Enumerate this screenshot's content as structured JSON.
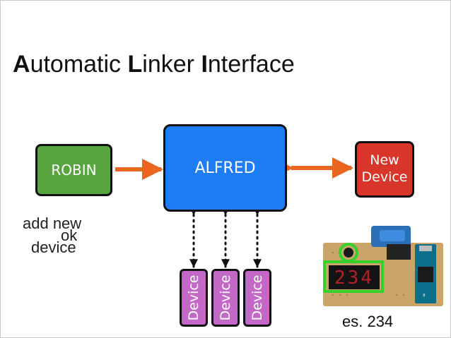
{
  "title": {
    "parts": [
      {
        "initial": "A",
        "rest": "utomatic "
      },
      {
        "initial": "L",
        "rest": "inker "
      },
      {
        "initial": "I",
        "rest": "nterface"
      }
    ]
  },
  "nodes": {
    "robin": "ROBIN",
    "alfred": "ALFRED",
    "new_device_line1": "New",
    "new_device_line2": "Device",
    "devices": [
      "Device",
      "Device",
      "Device"
    ]
  },
  "notes": {
    "add_new": "add new",
    "ok": "ok",
    "device": "device"
  },
  "display_digits": "234",
  "caption": "es. 234",
  "colors": {
    "robin": "#58a43f",
    "alfred": "#1e7cf4",
    "new_device": "#d8352b",
    "device": "#c468c8",
    "arrow": "#e8661f",
    "highlight": "#35d12a"
  }
}
